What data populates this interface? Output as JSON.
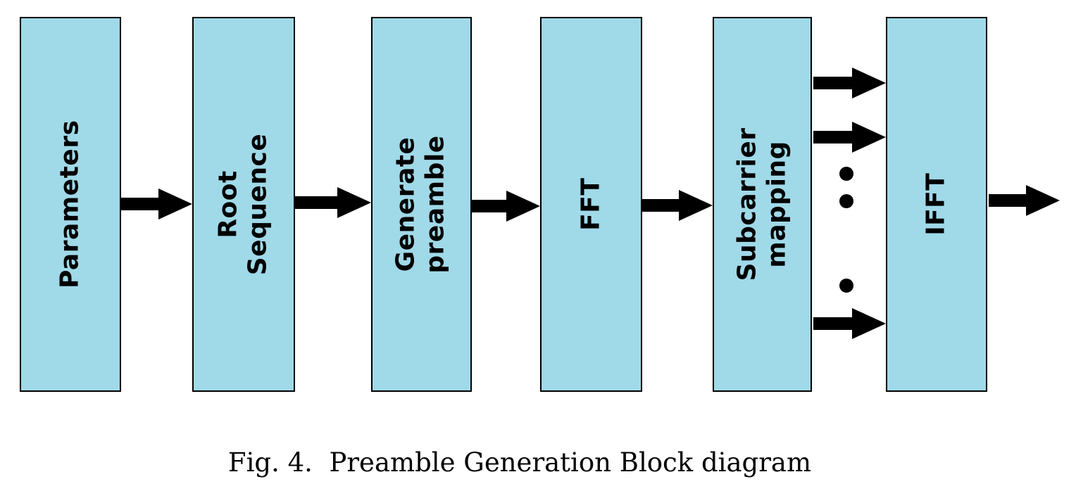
{
  "figure": {
    "caption": "Fig. 4.  Preamble Generation Block diagram"
  },
  "diagram": {
    "blocks": [
      {
        "id": "parameters",
        "label": "Parameters"
      },
      {
        "id": "root-sequence",
        "label": "Root\nSequence"
      },
      {
        "id": "generate-preamble",
        "label": "Generate\npreamble"
      },
      {
        "id": "fft",
        "label": "FFT"
      },
      {
        "id": "subcarrier-mapping",
        "label": "Subcarrier\nmapping"
      },
      {
        "id": "ifft",
        "label": "IFFT"
      }
    ],
    "connections": [
      {
        "from": "Parameters",
        "to": "Root Sequence",
        "arrows": 1
      },
      {
        "from": "Root Sequence",
        "to": "Generate preamble",
        "arrows": 1
      },
      {
        "from": "Generate preamble",
        "to": "FFT",
        "arrows": 1
      },
      {
        "from": "FFT",
        "to": "Subcarrier mapping",
        "arrows": 1
      },
      {
        "from": "Subcarrier mapping",
        "to": "IFFT",
        "arrows": 3,
        "ellipsis_dots": 3
      },
      {
        "from": "IFFT",
        "to": "output",
        "arrows": 1
      }
    ],
    "colors": {
      "block_fill": "#A0D9E8",
      "block_border": "#000000",
      "arrow": "#000000",
      "background": "#FFFFFF",
      "caption_text": "#000000"
    }
  }
}
